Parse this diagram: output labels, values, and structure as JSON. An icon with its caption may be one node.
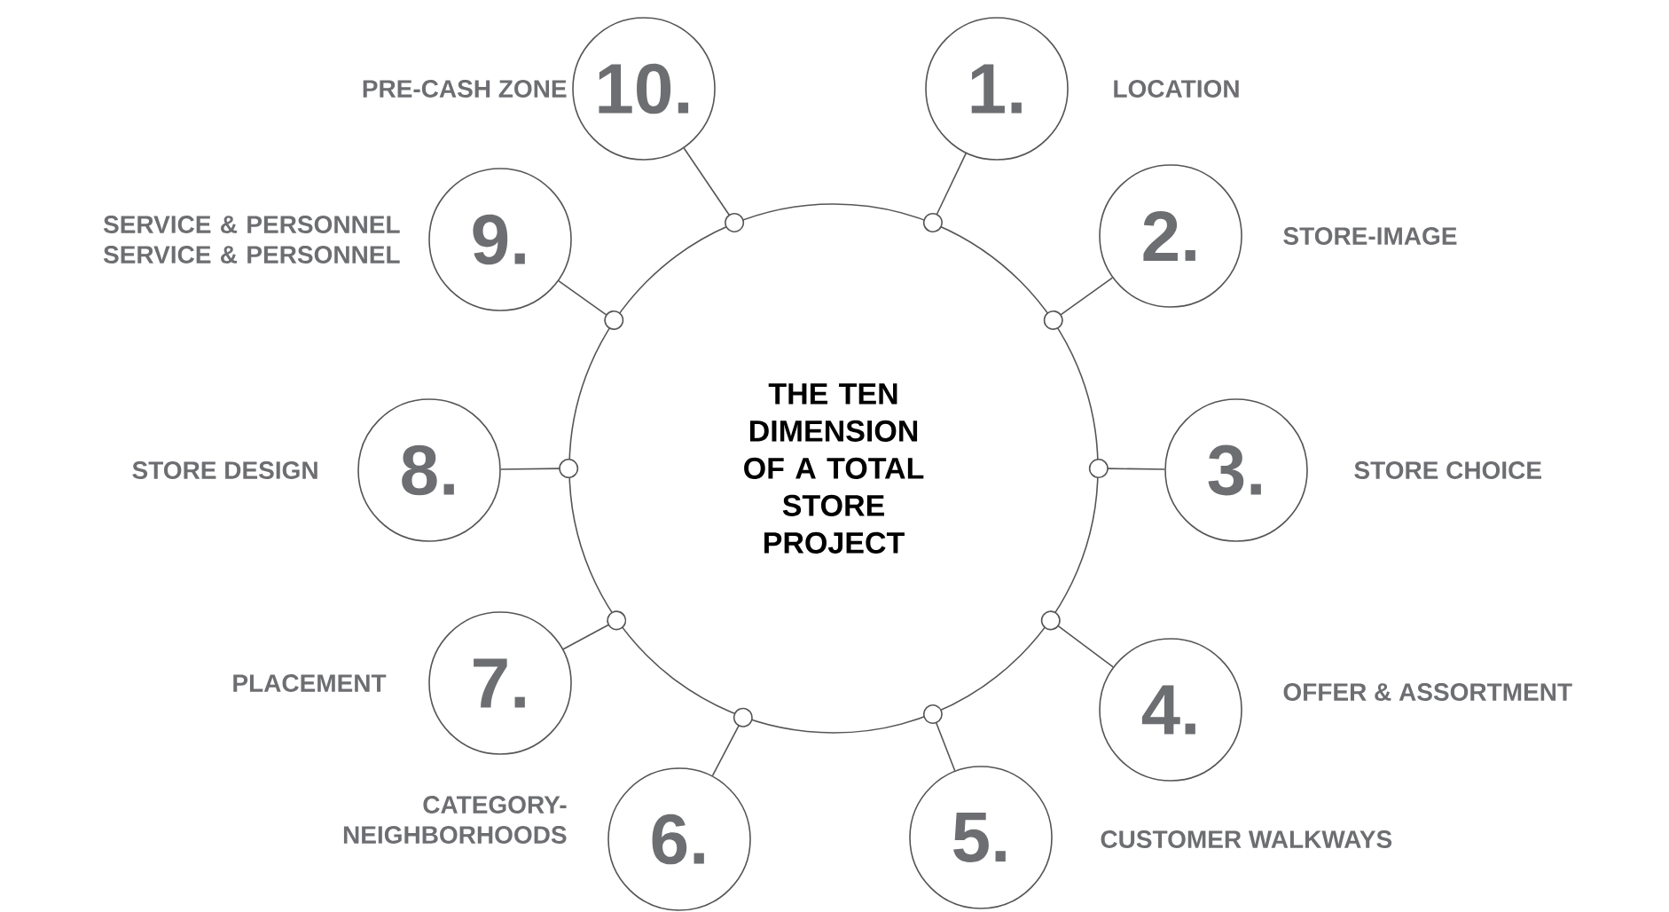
{
  "diagram": {
    "nodes": [
      {
        "text": [
          "THE TEN DIMENSION OF A TOTAL STORE PROJECT"
        ]
      },
      {
        "text": [
          "1."
        ],
        "beside": [
          "LOCATION"
        ]
      },
      {
        "text": [
          "2."
        ],
        "beside": [
          "STORE-IMAGE"
        ]
      },
      {
        "text": [
          "3."
        ],
        "beside": [
          "STORE CHOICE"
        ]
      },
      {
        "text": [
          "4."
        ],
        "beside": [
          "OFFER & ASSORTMENT"
        ]
      },
      {
        "text": [
          "5."
        ],
        "beside": [
          "CUSTOMER WALKWAYS"
        ]
      },
      {
        "text": [
          "6."
        ],
        "beside": [
          "CATEGORY- NEIGHBORHOODS"
        ]
      },
      {
        "text": [
          "7."
        ],
        "beside": [
          "PLACEMENT"
        ]
      },
      {
        "text": [
          "8."
        ],
        "beside": [
          "STORE DESIGN"
        ]
      },
      {
        "text": [
          "9."
        ],
        "beside": [
          "SERVICE & PERSONNEL SERVICE & PERSONNEL"
        ]
      },
      {
        "text": [
          "10."
        ],
        "beside": [
          "PRE-CASH ZONE"
        ]
      }
    ],
    "edges": [
      {
        "from": 0,
        "to": 1,
        "arrow": "other"
      },
      {
        "from": 0,
        "to": 2,
        "arrow": "other"
      },
      {
        "from": 0,
        "to": 3,
        "arrow": "other"
      },
      {
        "from": 0,
        "to": 4,
        "arrow": "other"
      },
      {
        "from": 0,
        "to": 5,
        "arrow": "other"
      },
      {
        "from": 0,
        "to": 6,
        "arrow": "other"
      },
      {
        "from": 0,
        "to": 7,
        "arrow": "other"
      },
      {
        "from": 0,
        "to": 8,
        "arrow": "other"
      },
      {
        "from": 0,
        "to": 9,
        "arrow": "other"
      },
      {
        "from": 0,
        "to": 10,
        "arrow": "other"
      }
    ]
  }
}
